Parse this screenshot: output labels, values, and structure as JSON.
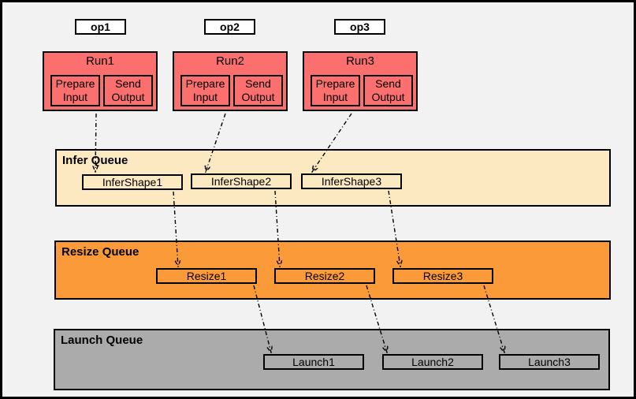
{
  "ops": [
    "op1",
    "op2",
    "op3"
  ],
  "runs": [
    {
      "title": "Run1",
      "children": [
        "Prepare Input",
        "Send Output"
      ]
    },
    {
      "title": "Run2",
      "children": [
        "Prepare Input",
        "Send Output"
      ]
    },
    {
      "title": "Run3",
      "children": [
        "Prepare Input",
        "Send Output"
      ]
    }
  ],
  "queues": [
    {
      "title": "Infer Queue",
      "items": [
        "InferShape1",
        "InferShape2",
        "InferShape3"
      ]
    },
    {
      "title": "Resize Queue",
      "items": [
        "Resize1",
        "Resize2",
        "Resize3"
      ]
    },
    {
      "title": "Launch Queue",
      "items": [
        "Launch1",
        "Launch2",
        "Launch3"
      ]
    }
  ],
  "connections": [
    {
      "from": "Run1.Prepare Input",
      "to": "InferShape1"
    },
    {
      "from": "Run2.Prepare Input",
      "to": "InferShape2"
    },
    {
      "from": "Run3.Prepare Input",
      "to": "InferShape3"
    },
    {
      "from": "InferShape1",
      "to": "Resize1"
    },
    {
      "from": "InferShape2",
      "to": "Resize2"
    },
    {
      "from": "InferShape3",
      "to": "Resize3"
    },
    {
      "from": "Resize1",
      "to": "Launch1"
    },
    {
      "from": "Resize2",
      "to": "Launch2"
    },
    {
      "from": "Resize3",
      "to": "Launch3"
    }
  ],
  "colors": {
    "background": "#F2F2F2",
    "run_fill": "#FC6F6F",
    "infer_fill": "#FCE9C2",
    "resize_fill": "#FB9A38",
    "launch_fill": "#ABABAB",
    "op_fill": "#FFFFFF",
    "line": "#000000"
  }
}
